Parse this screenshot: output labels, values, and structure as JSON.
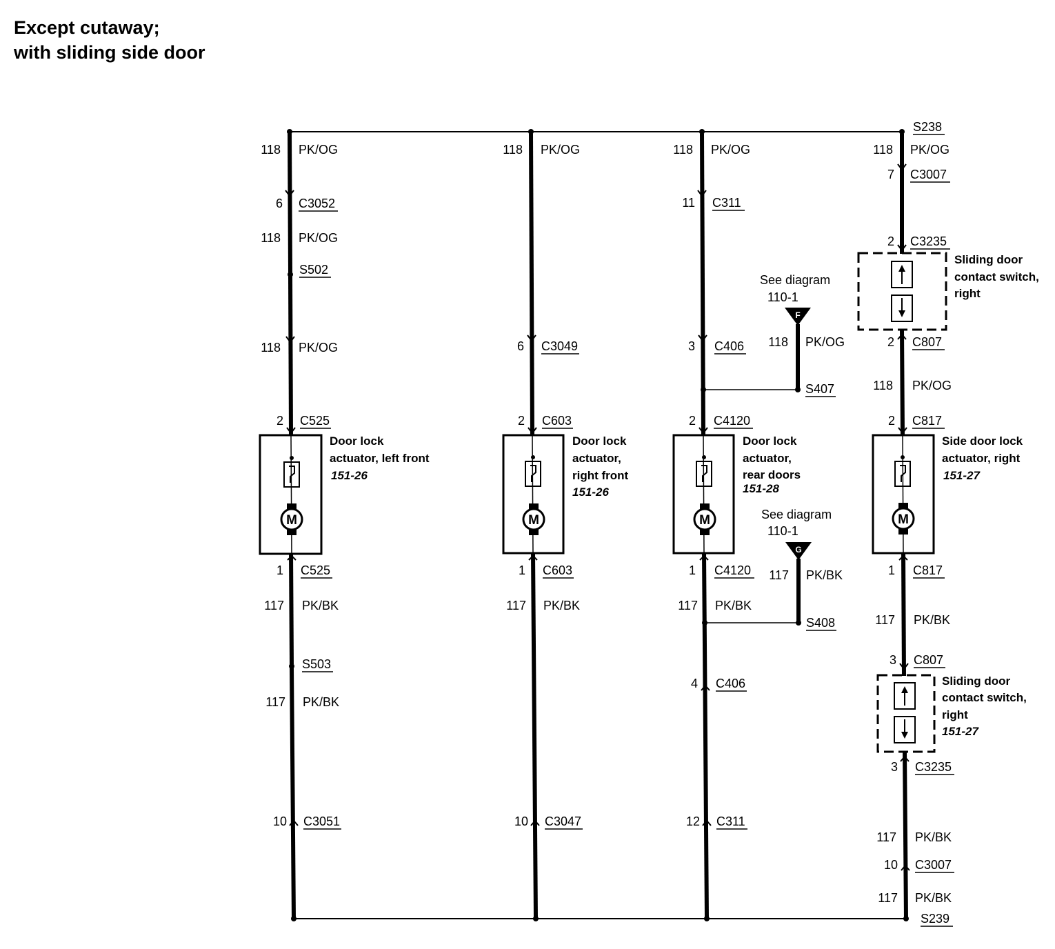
{
  "title": {
    "line1": "Except cutaway;",
    "line2": "with sliding side door"
  },
  "splices": {
    "s238": "S238",
    "s502": "S502",
    "s503": "S503",
    "s407": "S407",
    "s408": "S408",
    "s239": "S239"
  },
  "col1": {
    "w118a": "118",
    "w118a_c": "PK/OG",
    "p6": "6",
    "c3052": "C3052",
    "w118b": "118",
    "w118b_c": "PK/OG",
    "w118c": "118",
    "w118c_c": "PK/OG",
    "p2": "2",
    "c525a": "C525",
    "act_l1": "Door lock",
    "act_l2": "actuator, left front",
    "act_ref": "151-26",
    "p1": "1",
    "c525b": "C525",
    "w117a": "117",
    "w117a_c": "PK/BK",
    "w117b": "117",
    "w117b_c": "PK/BK",
    "p10": "10",
    "c3051": "C3051"
  },
  "col2": {
    "w118": "118",
    "w118_c": "PK/OG",
    "p6": "6",
    "c3049": "C3049",
    "p2": "2",
    "c603a": "C603",
    "act_l1": "Door lock",
    "act_l2": "actuator,",
    "act_l3": "right front",
    "act_ref": "151-26",
    "p1": "1",
    "c603b": "C603",
    "w117": "117",
    "w117_c": "PK/BK",
    "p10": "10",
    "c3047": "C3047"
  },
  "col3": {
    "w118": "118",
    "w118_c": "PK/OG",
    "p11": "11",
    "c311a": "C311",
    "p3": "3",
    "c406a": "C406",
    "p2": "2",
    "c4120a": "C4120",
    "act_l1": "Door lock",
    "act_l2": "actuator,",
    "act_l3": "rear doors",
    "act_ref": "151-28",
    "p1": "1",
    "c4120b": "C4120",
    "w117": "117",
    "w117_c": "PK/BK",
    "p4": "4",
    "c406b": "C406",
    "p12": "12",
    "c311b": "C311"
  },
  "ref_f": {
    "l1": "See diagram",
    "l2": "110-1",
    "letter": "F",
    "w": "118",
    "w_c": "PK/OG"
  },
  "ref_g": {
    "l1": "See diagram",
    "l2": "110-1",
    "letter": "G",
    "w": "117",
    "w_c": "PK/BK"
  },
  "col4": {
    "w118a": "118",
    "w118a_c": "PK/OG",
    "p7": "7",
    "c3007a": "C3007",
    "p2a": "2",
    "c3235a": "C3235",
    "sw1_l1": "Sliding door",
    "sw1_l2": "contact switch,",
    "sw1_l3": "right",
    "p2b": "2",
    "c807a": "C807",
    "w118b": "118",
    "w118b_c": "PK/OG",
    "p2c": "2",
    "c817a": "C817",
    "act_l1": "Side door lock",
    "act_l2": "actuator, right",
    "act_ref": "151-27",
    "p1": "1",
    "c817b": "C817",
    "w117a": "117",
    "w117a_c": "PK/BK",
    "p3a": "3",
    "c807b": "C807",
    "sw2_l1": "Sliding door",
    "sw2_l2": "contact switch,",
    "sw2_l3": "right",
    "sw2_ref": "151-27",
    "p3b": "3",
    "c3235b": "C3235",
    "w117b": "117",
    "w117b_c": "PK/BK",
    "p10": "10",
    "c3007b": "C3007",
    "w117c": "117",
    "w117c_c": "PK/BK"
  }
}
